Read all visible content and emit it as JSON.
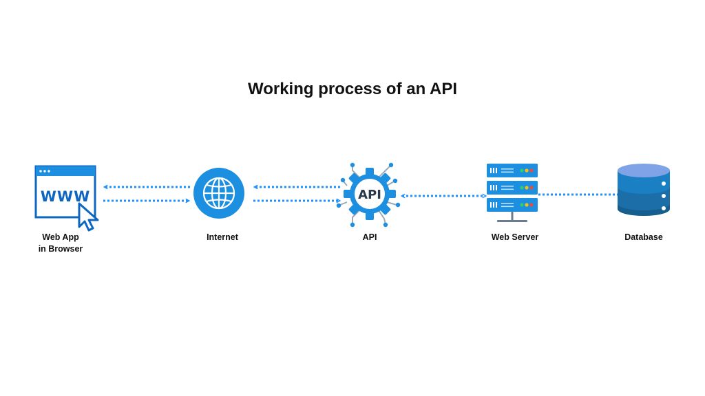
{
  "title": "Working process of an API",
  "colors": {
    "accent": "#1d8fe0",
    "dark_blue": "#0d66c2",
    "connector": "#1e90ff",
    "db_top": "#7fa3e6",
    "db_mid": "#1b7fc4",
    "db_dark": "#155e8e",
    "text": "#111111"
  },
  "nodes": {
    "web_app": {
      "label_line1": "Web App",
      "label_line2": "in Browser",
      "icon": "browser-window-cursor-icon",
      "icon_text": "WWW"
    },
    "internet": {
      "label": "Internet",
      "icon": "globe-icon"
    },
    "api": {
      "label": "API",
      "icon": "gear-api-icon",
      "icon_text": "API"
    },
    "web_server": {
      "label": "Web Server",
      "icon": "server-rack-icon"
    },
    "database": {
      "label": "Database",
      "icon": "database-icon"
    }
  },
  "connections": [
    {
      "from": "internet",
      "to": "web_app",
      "style": "dotted-arrow"
    },
    {
      "from": "web_app",
      "to": "internet",
      "style": "dotted-arrow"
    },
    {
      "from": "api",
      "to": "internet",
      "style": "dotted-arrow"
    },
    {
      "from": "internet",
      "to": "api",
      "style": "dotted-arrow"
    },
    {
      "between": [
        "api",
        "web_server"
      ],
      "style": "dotted-double-arrow"
    },
    {
      "between": [
        "web_server",
        "database"
      ],
      "style": "dotted-line"
    }
  ]
}
